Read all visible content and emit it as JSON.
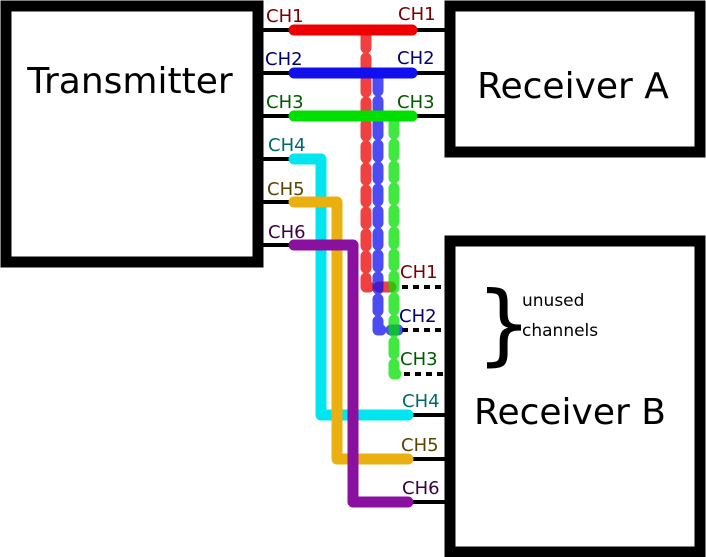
{
  "transmitter": {
    "title": "Transmitter"
  },
  "receiver_a": {
    "title": "Receiver A"
  },
  "receiver_b": {
    "title": "Receiver B"
  },
  "channels": [
    {
      "label": "CH1",
      "color": "#ee0000",
      "text_color": "#7a0000"
    },
    {
      "label": "CH2",
      "color": "#1010ee",
      "text_color": "#000070"
    },
    {
      "label": "CH3",
      "color": "#00e000",
      "text_color": "#005a00"
    },
    {
      "label": "CH4",
      "color": "#00e5ee",
      "text_color": "#006a6a"
    },
    {
      "label": "CH5",
      "color": "#eab010",
      "text_color": "#5a4400"
    },
    {
      "label": "CH6",
      "color": "#8a10a0",
      "text_color": "#3a0040"
    }
  ],
  "annotation": {
    "brace": "}",
    "line1": "unused",
    "line2": "channels"
  }
}
